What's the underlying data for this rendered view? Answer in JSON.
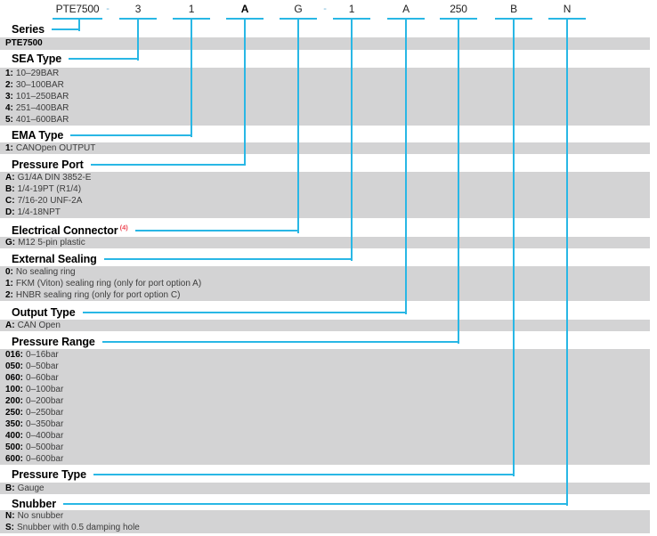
{
  "colors": {
    "accent_cyan": "#29b7e5",
    "band_gray": "#d3d3d4",
    "superscript_red": "#ed4a57"
  },
  "code_row": [
    "PTE7500",
    "-",
    "3",
    "1",
    "A",
    "G",
    "-",
    "1",
    "A",
    "250",
    "B",
    "N"
  ],
  "sections": [
    {
      "title": "Series",
      "options": [
        {
          "code": "PTE7500",
          "label": ""
        }
      ]
    },
    {
      "title": "SEA Type",
      "options": [
        {
          "code": "1:",
          "label": "10–29BAR"
        },
        {
          "code": "2:",
          "label": "30–100BAR"
        },
        {
          "code": "3:",
          "label": "101–250BAR"
        },
        {
          "code": "4:",
          "label": "251–400BAR"
        },
        {
          "code": "5:",
          "label": "401–600BAR"
        }
      ]
    },
    {
      "title": "EMA Type",
      "options": [
        {
          "code": "1:",
          "label": "CANOpen OUTPUT"
        }
      ]
    },
    {
      "title": "Pressure Port",
      "options": [
        {
          "code": "A:",
          "label": "G1/4A DIN 3852-E"
        },
        {
          "code": "B:",
          "label": "1/4-19PT (R1/4)"
        },
        {
          "code": "C:",
          "label": "7/16-20 UNF-2A"
        },
        {
          "code": "D:",
          "label": "1/4-18NPT"
        }
      ]
    },
    {
      "title": "Electrical Connector",
      "superscript": "(4)",
      "options": [
        {
          "code": "G:",
          "label": "M12 5-pin plastic"
        }
      ]
    },
    {
      "title": "External Sealing",
      "options": [
        {
          "code": "0:",
          "label": "No sealing ring"
        },
        {
          "code": "1:",
          "label": "FKM (Viton) sealing ring (only for port option A)"
        },
        {
          "code": "2:",
          "label": "HNBR sealing ring (only for port option C)"
        }
      ]
    },
    {
      "title": "Output Type",
      "options": [
        {
          "code": "A:",
          "label": "CAN Open"
        }
      ]
    },
    {
      "title": "Pressure Range",
      "options": [
        {
          "code": "016:",
          "label": "0–16bar"
        },
        {
          "code": "050:",
          "label": "0–50bar"
        },
        {
          "code": "060:",
          "label": "0–60bar"
        },
        {
          "code": "100:",
          "label": "0–100bar"
        },
        {
          "code": "200:",
          "label": "0–200bar"
        },
        {
          "code": "250:",
          "label": "0–250bar"
        },
        {
          "code": "350:",
          "label": "0–350bar"
        },
        {
          "code": "400:",
          "label": "0–400bar"
        },
        {
          "code": "500:",
          "label": "0–500bar"
        },
        {
          "code": "600:",
          "label": "0–600bar"
        }
      ]
    },
    {
      "title": "Pressure Type",
      "options": [
        {
          "code": "B:",
          "label": "Gauge"
        }
      ]
    },
    {
      "title": "Snubber",
      "options": [
        {
          "code": "N:",
          "label": "No snubber"
        },
        {
          "code": "S:",
          "label": "Snubber with 0.5 damping hole"
        }
      ]
    }
  ]
}
